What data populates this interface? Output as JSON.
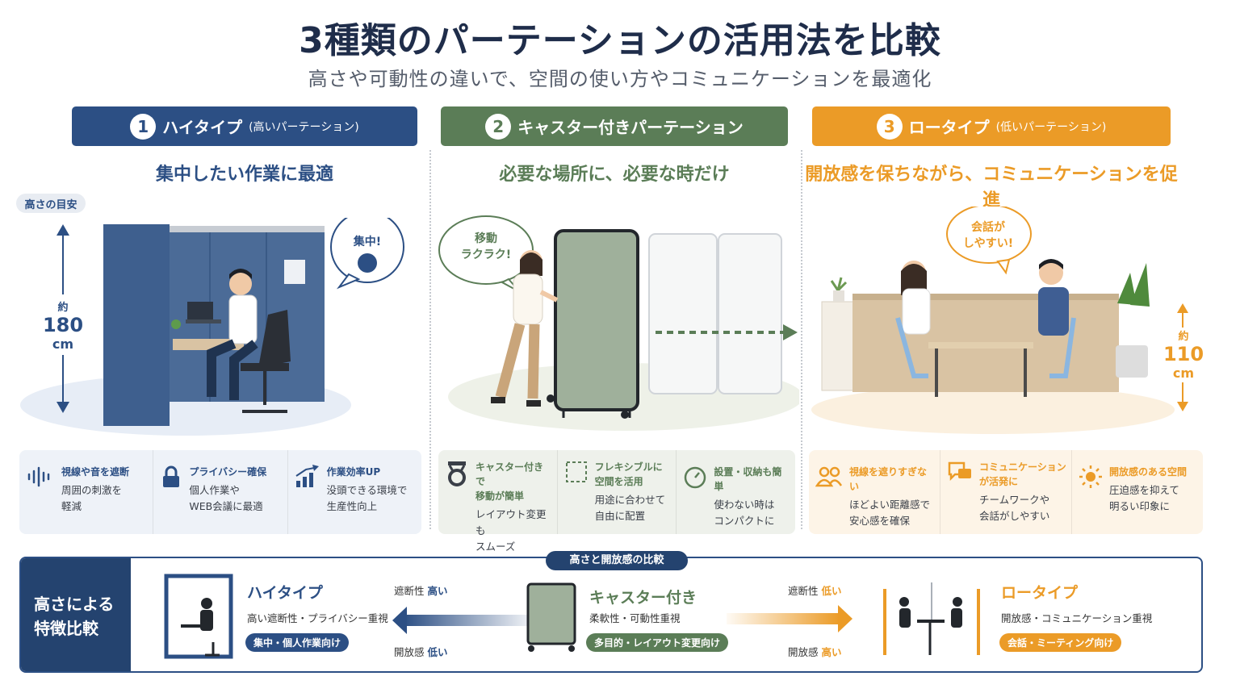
{
  "title": "3種類のパーテーションの活用法を比較",
  "subtitle": "高さや可動性の違いで、空間の使い方やコミュニケーションを最適化",
  "colors": {
    "navy": "#2c4f84",
    "green": "#5b7d57",
    "orange": "#eb9b27"
  },
  "types": [
    {
      "number": "1",
      "name": "ハイタイプ",
      "sub": "(高いパーテーション)",
      "tagline": "集中したい作業に最適",
      "height_label": "高さの目安",
      "height_prefix": "約",
      "height_value": "180",
      "height_unit": "cm",
      "bubble": "集中!",
      "features": [
        {
          "icon": "sound-wave-icon",
          "title": "視線や音を遮断",
          "desc": "周囲の刺激を\n軽減"
        },
        {
          "icon": "lock-icon",
          "title": "プライバシー確保",
          "desc": "個人作業や\nWEB会議に最適"
        },
        {
          "icon": "growth-chart-icon",
          "title": "作業効率UP",
          "desc": "没頭できる環境で\n生産性向上"
        }
      ]
    },
    {
      "number": "2",
      "name": "キャスター付きパーテーション",
      "sub": "",
      "tagline": "必要な場所に、必要な時だけ",
      "bubble": "移動\nラクラク!",
      "features": [
        {
          "icon": "caster-wheel-icon",
          "title": "キャスター付きで\n移動が簡単",
          "desc": "レイアウト変更も\nスムーズ"
        },
        {
          "icon": "dashed-square-icon",
          "title": "フレキシブルに\n空間を活用",
          "desc": "用途に合わせて\n自由に配置"
        },
        {
          "icon": "timer-icon",
          "title": "設置・収納も簡単",
          "desc": "使わない時は\nコンパクトに"
        }
      ]
    },
    {
      "number": "3",
      "name": "ロータイプ",
      "sub": "(低いパーテーション)",
      "tagline": "開放感を保ちながら、コミュニケーションを促進",
      "height_prefix": "約",
      "height_value": "110",
      "height_unit": "cm",
      "bubble": "会話が\nしやすい!",
      "features": [
        {
          "icon": "people-icon",
          "title": "視線を遮りすぎない",
          "desc": "ほどよい距離感で\n安心感を確保"
        },
        {
          "icon": "chat-icon",
          "title": "コミュニケーション\nが活発に",
          "desc": "チームワークや\n会話がしやすい"
        },
        {
          "icon": "sun-icon",
          "title": "開放感のある空間",
          "desc": "圧迫感を抑えて\n明るい印象に"
        }
      ]
    }
  ],
  "comparison": {
    "side_label": "高さによる\n特徴比較",
    "caption": "高さと開放感の比較",
    "high": {
      "name": "ハイタイプ",
      "desc": "高い遮断性・プライバシー重視",
      "pill": "集中・個人作業向け"
    },
    "caster": {
      "name": "キャスター付き",
      "desc": "柔軟性・可動性重視",
      "pill": "多目的・レイアウト変更向け"
    },
    "low": {
      "name": "ロータイプ",
      "desc": "開放感・コミュニケーション重視",
      "pill": "会話・ミーティング向け"
    },
    "left_top": {
      "label": "遮断性",
      "value": "高い"
    },
    "left_bottom": {
      "label": "開放感",
      "value": "低い"
    },
    "right_top": {
      "label": "遮断性",
      "value": "低い"
    },
    "right_bottom": {
      "label": "開放感",
      "value": "高い"
    }
  }
}
